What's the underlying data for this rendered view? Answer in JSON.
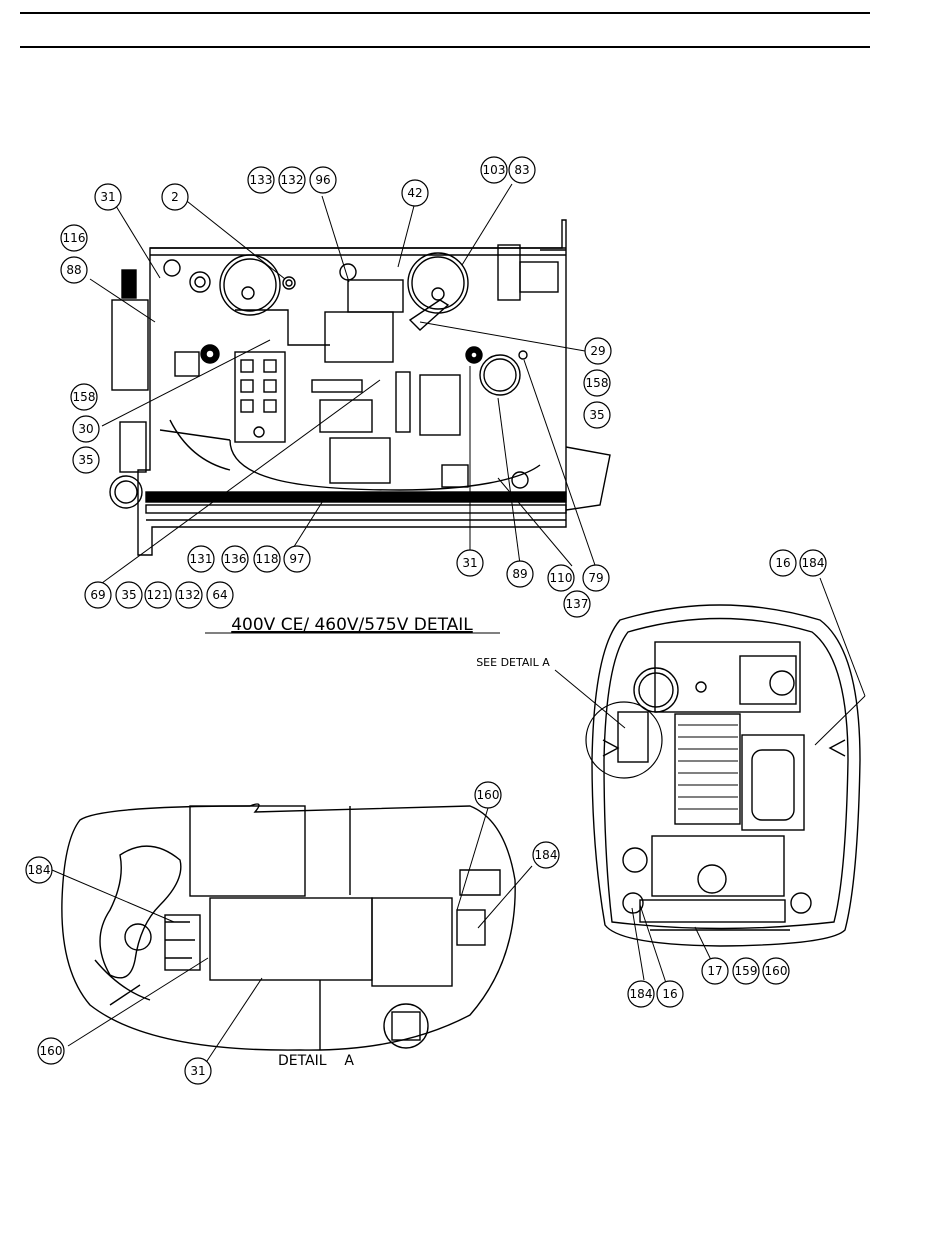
{
  "document": {
    "main_caption": "400V CE/ 460V/575V DETAIL",
    "detail_caption": "DETAIL    A",
    "see_detail": "SEE DETAIL A"
  },
  "callouts": {
    "main": [
      "31",
      "2",
      "133",
      "132",
      "96",
      "42",
      "103",
      "83",
      "116",
      "88",
      "158",
      "30",
      "35",
      "29",
      "158",
      "35",
      "131",
      "136",
      "118",
      "97",
      "31",
      "89",
      "110",
      "79",
      "137",
      "69",
      "35",
      "121",
      "132",
      "64"
    ],
    "rear": [
      "16",
      "184",
      "17",
      "159",
      "160",
      "184",
      "16"
    ],
    "detail": [
      "160",
      "184",
      "184",
      "160",
      "31"
    ]
  },
  "colors": {
    "ink": "#000000",
    "paper": "#ffffff"
  }
}
